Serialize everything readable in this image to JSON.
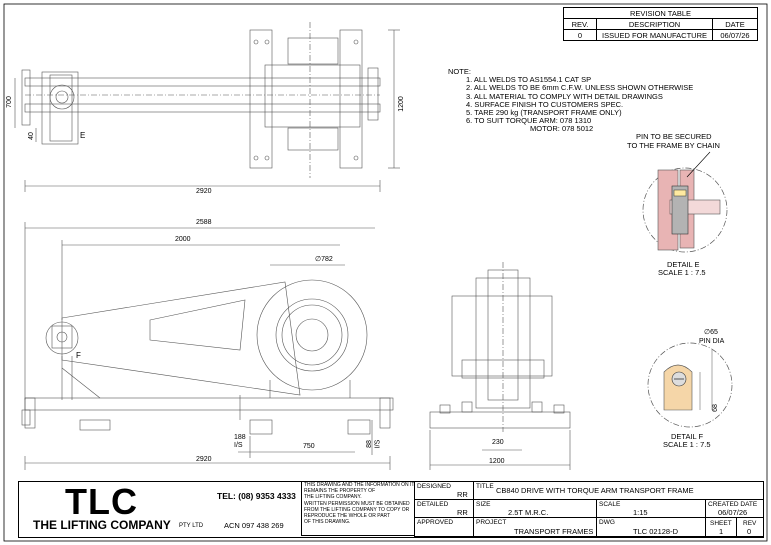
{
  "revision_table": {
    "title": "REVISION TABLE",
    "headers": [
      "REV.",
      "DESCRIPTION",
      "DATE"
    ],
    "rows": [
      [
        "0",
        "ISSUED FOR MANUFACTURE",
        "06/07/26"
      ]
    ]
  },
  "notes": {
    "heading": "NOTE:",
    "items": [
      "1. ALL WELDS TO AS1554.1 CAT SP",
      "2. ALL WELDS TO BE 6mm C.F.W. UNLESS SHOWN OTHERWISE",
      "3. ALL MATERIAL TO COMPLY WITH DETAIL DRAWINGS",
      "4. SURFACE FINISH TO CUSTOMERS SPEC.",
      "5. TARE 290 kg (TRANSPORT FRAME ONLY)",
      "6. TO SUIT TORQUE ARM: 078 1310",
      "MOTOR: 078 5012"
    ]
  },
  "top_view": {
    "dim_width": "2920",
    "dim_700": "700",
    "dim_40": "40",
    "dim_1200": "1200",
    "label_e": "E"
  },
  "side_view": {
    "dim_2588": "2588",
    "dim_2000": "2000",
    "dim_782": "∅782",
    "dim_188": "188",
    "dim_is1": "I/S",
    "dim_750": "750",
    "dim_88": "88",
    "dim_is2": "I/S",
    "dim_2920": "2920",
    "label_f": "F"
  },
  "end_view": {
    "dim_230": "230",
    "dim_1200": "1200"
  },
  "detail_e": {
    "callout": [
      "PIN TO BE SECURED",
      "TO THE FRAME BY CHAIN"
    ],
    "title": "DETAIL E",
    "scale": "SCALE 1 : 7.5"
  },
  "detail_f": {
    "dim_dia": "∅65",
    "pin_dia": "PIN DIA",
    "dim_68": "68",
    "title": "DETAIL F",
    "scale": "SCALE 1 : 7.5"
  },
  "title_block": {
    "logo": "TLC",
    "company": "THE LIFTING COMPANY",
    "company_suffix": "PTY LTD",
    "phone": "TEL: (08) 9353 4333",
    "acn": "ACN 097 438 269",
    "disclaimer": [
      "THIS DRAWING AND THE INFORMATION ON IT",
      "REMAINS THE PROPERTY OF",
      "THE LIFTING COMPANY.",
      "WRITTEN PERMISSION MUST BE OBTAINED",
      "FROM THE LIFTING COMPANY TO COPY OR",
      "REPRODUCE THE WHOLE OR PART",
      "OF THIS DRAWING."
    ],
    "designed_label": "DESIGNED",
    "designed": "RR",
    "detailed_label": "DETAILED",
    "detailed": "RR",
    "approved_label": "APPROVED",
    "title_label": "TITLE",
    "title": "CB840 DRIVE WITH TORQUE ARM TRANSPORT FRAME",
    "size_label": "SIZE",
    "size": "2.5T M.R.C.",
    "scale_label": "SCALE",
    "scale": "1:15",
    "created_label": "CREATED DATE",
    "created": "06/07/26",
    "project_label": "PROJECT",
    "project": "TRANSPORT FRAMES",
    "dwg_label": "DWG",
    "dwg": "TLC 02128-D",
    "sheet_label": "SHEET",
    "sheet": "1",
    "rev_label": "REV",
    "rev": "0"
  }
}
